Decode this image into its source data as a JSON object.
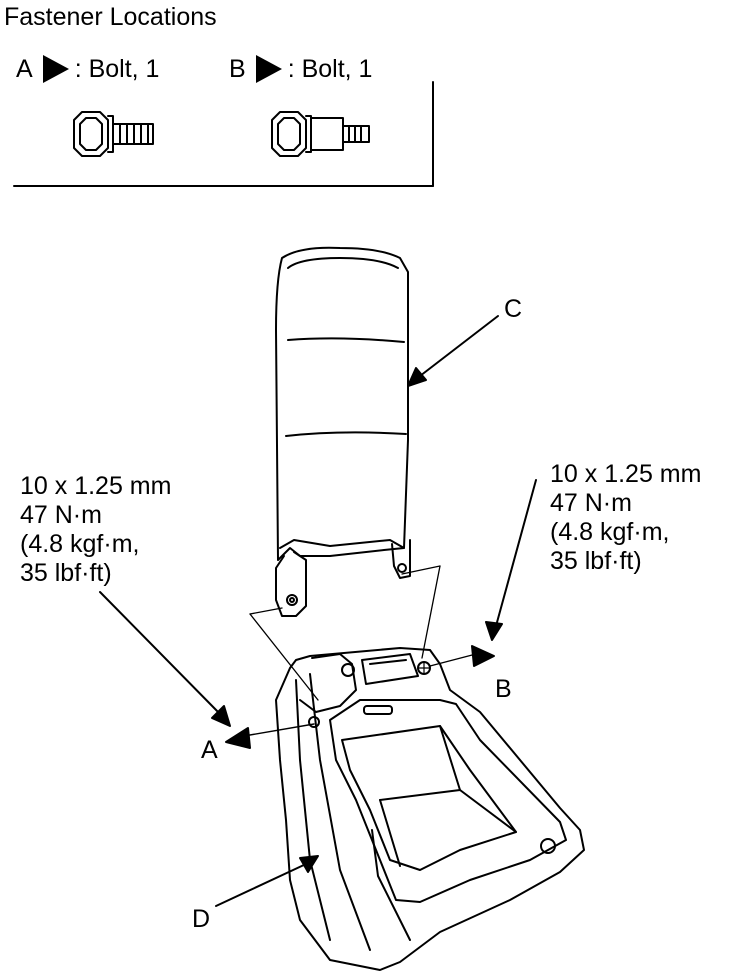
{
  "title": "Fastener Locations",
  "legend": [
    {
      "letter": "A",
      "text": ": Bolt, 1",
      "icon": "flange-bolt-icon"
    },
    {
      "letter": "B",
      "text": ": Bolt, 1",
      "icon": "stepped-bolt-icon"
    }
  ],
  "torque_a": {
    "line1": "10 x 1.25 mm",
    "line2": "47 N·m",
    "line3": "(4.8 kgf·m,",
    "line4": "35 lbf·ft)"
  },
  "torque_b": {
    "line1": "10 x 1.25 mm",
    "line2": "47 N·m",
    "line3": "(4.8 kgf·m,",
    "line4": "35 lbf·ft)"
  },
  "callouts": {
    "a": "A",
    "b": "B",
    "c": "C",
    "d": "D"
  }
}
